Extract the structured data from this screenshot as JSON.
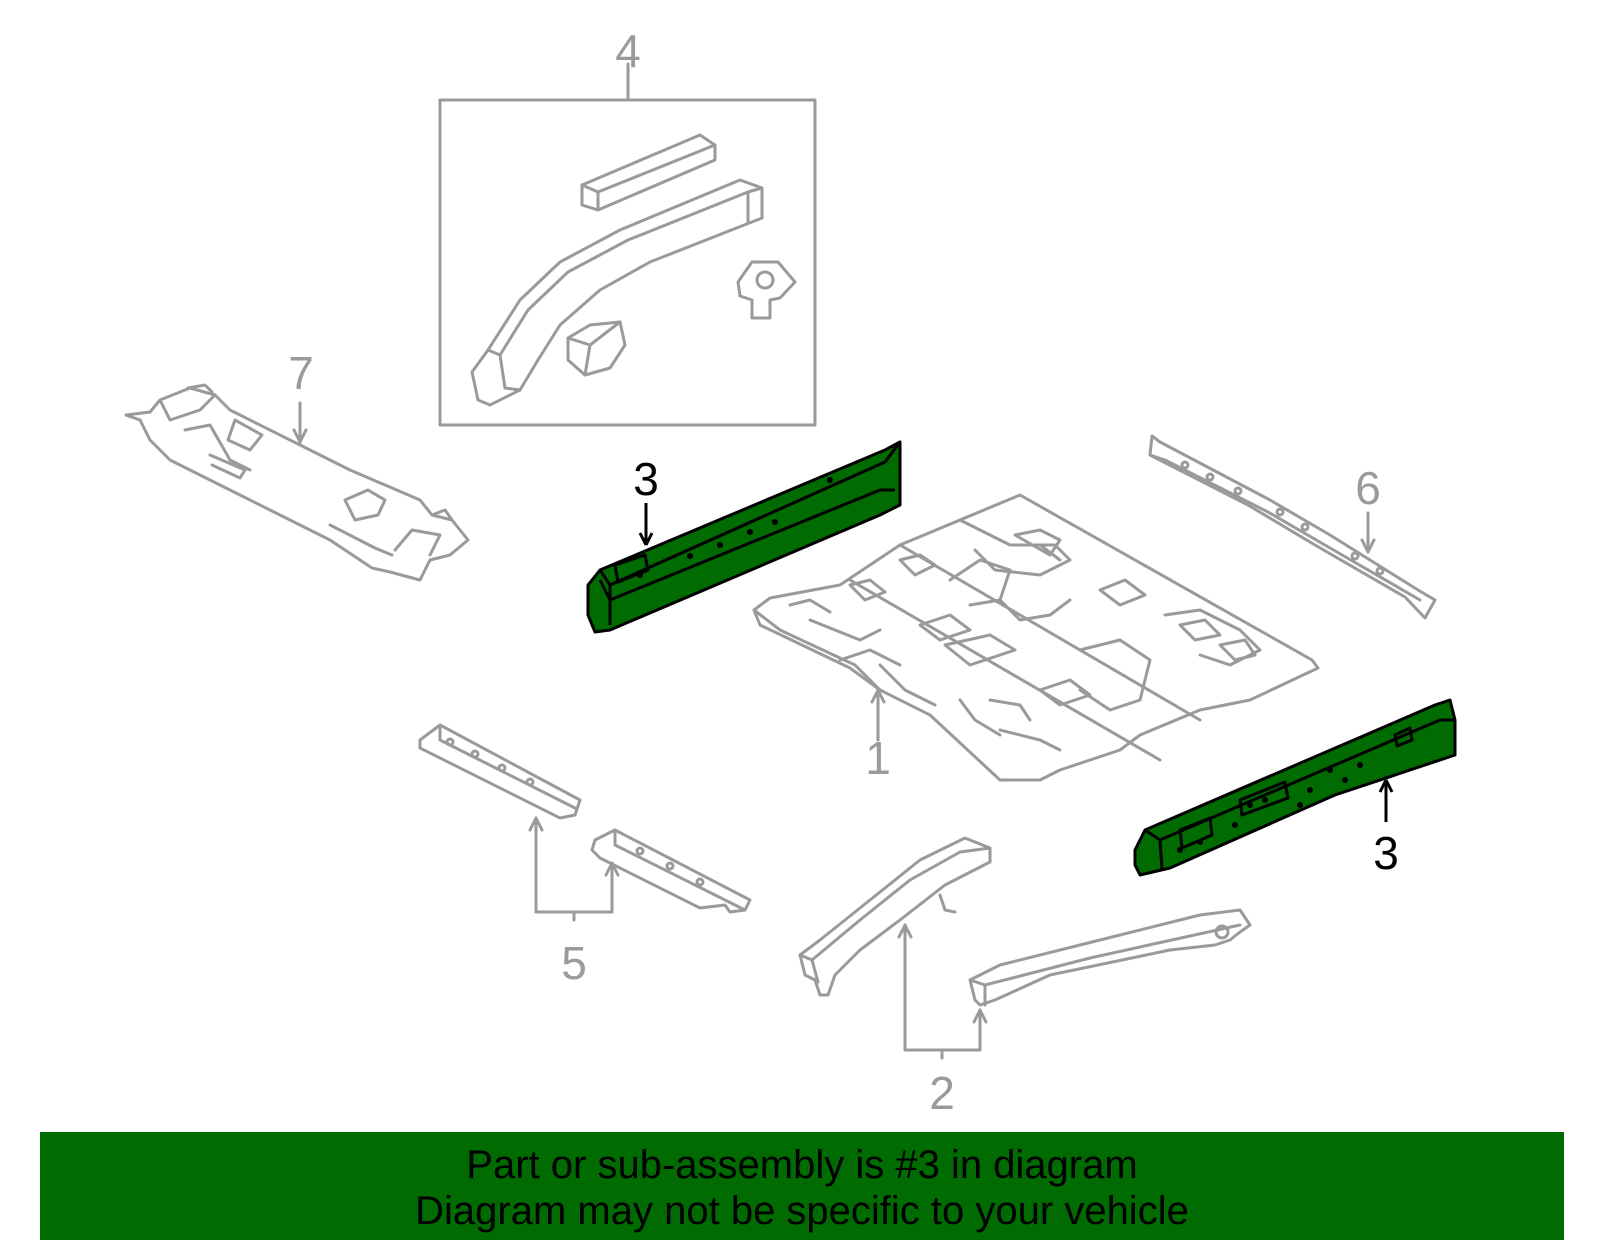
{
  "callouts": [
    {
      "id": "4",
      "label": "4",
      "highlighted": false
    },
    {
      "id": "7",
      "label": "7",
      "highlighted": false
    },
    {
      "id": "3a",
      "label": "3",
      "highlighted": true
    },
    {
      "id": "6",
      "label": "6",
      "highlighted": false
    },
    {
      "id": "1",
      "label": "1",
      "highlighted": false
    },
    {
      "id": "3b",
      "label": "3",
      "highlighted": true
    },
    {
      "id": "5",
      "label": "5",
      "highlighted": false
    },
    {
      "id": "2",
      "label": "2",
      "highlighted": false
    }
  ],
  "banner": {
    "line1": "Part or sub-assembly is #3 in diagram",
    "line2": "Diagram may not be specific to your vehicle"
  },
  "colors": {
    "outline": "#9a9a9a",
    "highlight_part": "#006b00",
    "highlight_outline": "#000000",
    "banner_bg": "#006b00",
    "background": "#ffffff"
  }
}
